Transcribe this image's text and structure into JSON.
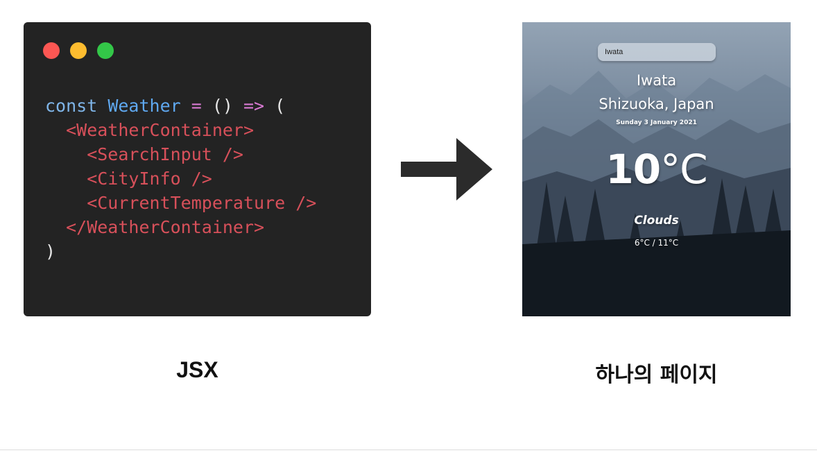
{
  "code_window": {
    "window_dots": [
      "close",
      "minimize",
      "maximize"
    ],
    "lines": [
      [
        {
          "t": "const ",
          "c": "kw"
        },
        {
          "t": "Weather",
          "c": "ident"
        },
        {
          "t": " = ",
          "c": "op"
        },
        {
          "t": "() ",
          "c": "punct"
        },
        {
          "t": "=>",
          "c": "op"
        },
        {
          "t": " (",
          "c": "punct"
        }
      ],
      [
        {
          "t": "  <WeatherContainer>",
          "c": "tag"
        }
      ],
      [
        {
          "t": "    <SearchInput />",
          "c": "tag"
        }
      ],
      [
        {
          "t": "    <CityInfo />",
          "c": "tag"
        }
      ],
      [
        {
          "t": "    <CurrentTemperature />",
          "c": "tag"
        }
      ],
      [
        {
          "t": "  </WeatherContainer>",
          "c": "tag"
        }
      ],
      [
        {
          "t": ")",
          "c": "punct"
        }
      ]
    ]
  },
  "weather": {
    "search_value": "Iwata",
    "city": "Iwata",
    "region": "Shizuoka, Japan",
    "date": "Sunday 3 January 2021",
    "temperature": "10",
    "temperature_unit": "°C",
    "condition": "Clouds",
    "range": "6°C / 11°C"
  },
  "captions": {
    "left": "JSX",
    "right": "하나의 페이지"
  },
  "colors": {
    "code_bg": "#232323",
    "keyword": "#7fb5e8",
    "identifier": "#5fa8f0",
    "operator": "#d97ad3",
    "tag": "#d7505a",
    "arrow": "#2b2b2b"
  }
}
